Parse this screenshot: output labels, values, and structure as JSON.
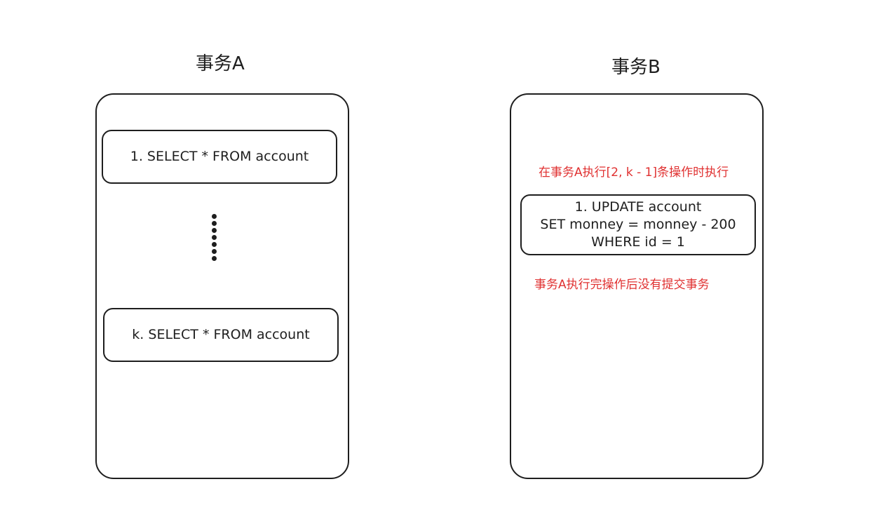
{
  "transactions": {
    "a": {
      "title": "事务A",
      "first_statement": "1. SELECT * FROM account",
      "last_statement": "k. SELECT * FROM account"
    },
    "b": {
      "title": "事务B",
      "note_before": "在事务A执行[2, k - 1]条操作时执行",
      "statement_lines": [
        "1. UPDATE account",
        "SET monney = monney - 200",
        "WHERE id = 1"
      ],
      "note_after": "事务A执行完操作后没有提交事务"
    }
  },
  "colors": {
    "stroke": "#1e1e1e",
    "annotation": "#e03131"
  }
}
